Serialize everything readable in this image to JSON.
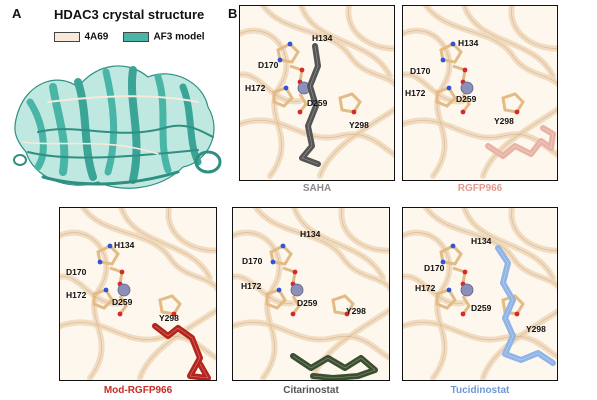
{
  "panel_a": {
    "letter": "A",
    "title": "HDAC3 crystal structure",
    "legend": [
      {
        "label": "4A69",
        "color": "#f7eadb"
      },
      {
        "label": "AF3 model",
        "color": "#48b5a7"
      }
    ]
  },
  "panel_b": {
    "letter": "B"
  },
  "colors": {
    "ribbon": "#eed7b8",
    "residue": "#e3bb84",
    "zinc": "#8c8fb8"
  },
  "panels": [
    {
      "caption": "SAHA",
      "caption_color": "#8a8a8a",
      "ligand_color": "#555555",
      "labels": {
        "h134": "H134",
        "d170": "D170",
        "h172": "H172",
        "d259": "D259",
        "y298": "Y298"
      }
    },
    {
      "caption": "RGFP966",
      "caption_color": "#e79a8c",
      "ligand_color": "#e7b3a6",
      "labels": {
        "h134": "H134",
        "d170": "D170",
        "h172": "H172",
        "d259": "D259",
        "y298": "Y298"
      }
    },
    {
      "caption": "Mod-RGFP966",
      "caption_color": "#c62e24",
      "ligand_color": "#b4241c",
      "labels": {
        "h134": "H134",
        "d170": "D170",
        "h172": "H172",
        "d259": "D259",
        "y298": "Y298"
      }
    },
    {
      "caption": "Citarinostat",
      "caption_color": "#555555",
      "ligand_color": "#3a4f30",
      "labels": {
        "h134": "H134",
        "d170": "D170",
        "h172": "H172",
        "d259": "D259",
        "y298": "Y298"
      }
    },
    {
      "caption": "Tucidinostat",
      "caption_color": "#6f98d3",
      "ligand_color": "#90b4e6",
      "labels": {
        "h134": "H134",
        "d170": "D170",
        "h172": "H172",
        "d259": "D259",
        "y298": "Y298"
      }
    }
  ]
}
